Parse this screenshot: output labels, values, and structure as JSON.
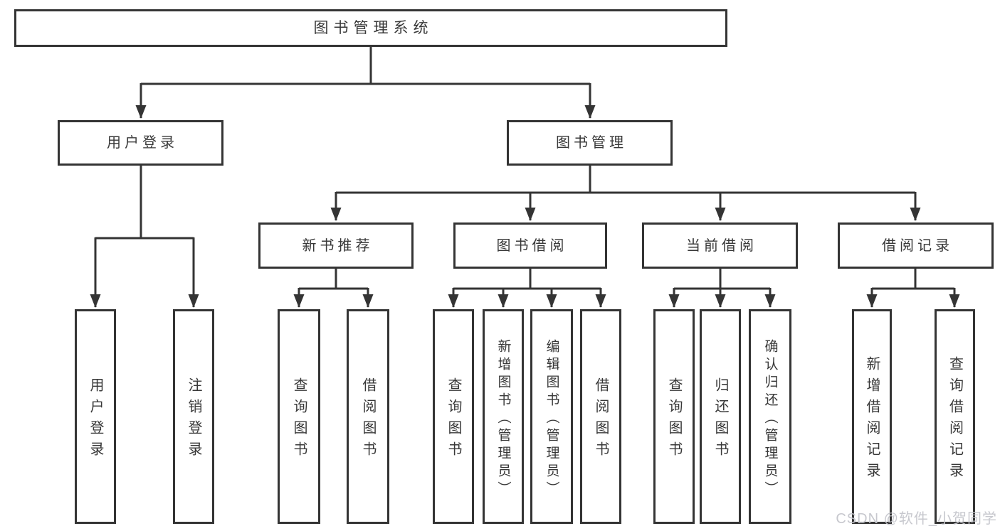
{
  "diagram": {
    "root": {
      "label": "图书管理系统"
    },
    "branches": [
      {
        "label": "用户登录",
        "children": [
          {
            "label": "用户登录"
          },
          {
            "label": "注销登录"
          }
        ]
      },
      {
        "label": "图书管理",
        "children": [
          {
            "label": "新书推荐",
            "children": [
              {
                "label": "查询图书"
              },
              {
                "label": "借阅图书"
              }
            ]
          },
          {
            "label": "图书借阅",
            "children": [
              {
                "label": "查询图书"
              },
              {
                "label": "新增图书（管理员）"
              },
              {
                "label": "编辑图书（管理员）"
              },
              {
                "label": "借阅图书"
              }
            ]
          },
          {
            "label": "当前借阅",
            "children": [
              {
                "label": "查询图书"
              },
              {
                "label": "归还图书"
              },
              {
                "label": "确认归还（管理员）"
              }
            ]
          },
          {
            "label": "借阅记录",
            "children": [
              {
                "label": "新增借阅记录"
              },
              {
                "label": "查询借阅记录"
              }
            ]
          }
        ]
      }
    ]
  },
  "watermark": {
    "text": "CSDN @软件_小贺同学",
    "color": "#c4c5cb"
  },
  "colors": {
    "line": "#343434",
    "box_border": "#343434",
    "text": "#383838",
    "background": "#ffffff"
  }
}
